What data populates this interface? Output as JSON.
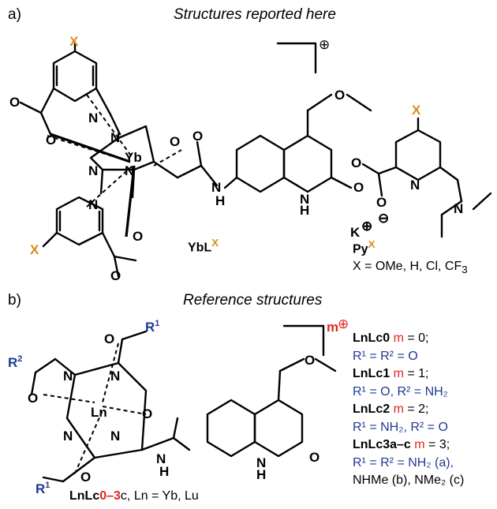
{
  "panel_a": {
    "label": "a)",
    "heading": "Structures reported here",
    "charge": "⊕",
    "left_caption": {
      "base": "YbL",
      "sup": "X"
    },
    "right_caption": {
      "base": "Py",
      "sup": "X"
    },
    "x_values": "X = OMe, H, Cl, CF",
    "x_values_sub": "3",
    "atoms": {
      "x": "X",
      "n": "N",
      "o": "O",
      "yb": "Yb",
      "h": "H",
      "nh": "NH",
      "hn": "H",
      "k": "K",
      "minus": "⊖",
      "plus": "⊕"
    }
  },
  "panel_b": {
    "label": "b)",
    "heading": "Reference structures",
    "charge_m": "m",
    "charge_sym": "⊕",
    "caption": {
      "base": "LnLc",
      "range": "0–3",
      "rest": "c, Ln = Yb, Lu"
    },
    "atoms": {
      "r1": "R",
      "r1sup": "1",
      "r2": "R",
      "r2sup": "2",
      "ln": "Ln",
      "n": "N",
      "o": "O",
      "h": "H"
    },
    "legend": [
      {
        "name": "LnLc0",
        "m": "m",
        "rest": " = 0;"
      },
      {
        "text": "R¹ = R² = O"
      },
      {
        "name": "LnLc1",
        "m": "m",
        "rest": " = 1;"
      },
      {
        "text": "R¹ = O, R² = NH₂"
      },
      {
        "name": "LnLc2",
        "m": "m",
        "rest": " = 2;"
      },
      {
        "text": "R¹ = NH₂, R² = O"
      },
      {
        "name": "LnLc3a–c",
        "m": "m",
        "rest": " = 3;"
      },
      {
        "text": "R¹ = R² = NH₂ (a),"
      },
      {
        "text": "NHMe (b), NMe₂ (c)"
      }
    ]
  },
  "colors": {
    "orange": "#D98C1A",
    "red": "#E0261F",
    "blue": "#1F3A93"
  }
}
